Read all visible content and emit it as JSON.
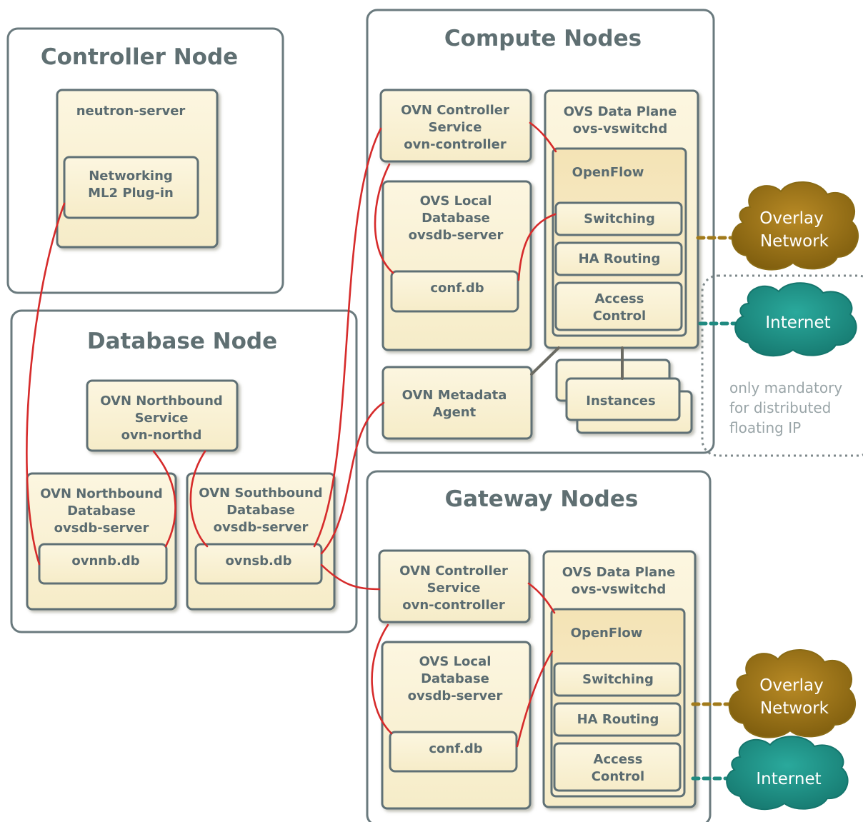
{
  "controller": {
    "title": "Controller Node",
    "neutron_server": "neutron-server",
    "ml2": [
      "Networking",
      "ML2 Plug-in"
    ]
  },
  "database": {
    "title": "Database Node",
    "northd": [
      "OVN Northbound",
      "Service",
      "ovn-northd"
    ],
    "nb_db": [
      "OVN Northbound",
      "Database",
      "ovsdb-server"
    ],
    "nb_file": "ovnnb.db",
    "sb_db": [
      "OVN Southbound",
      "Database",
      "ovsdb-server"
    ],
    "sb_file": "ovnsb.db"
  },
  "compute": {
    "title": "Compute Nodes",
    "ovn_controller": [
      "OVN Controller",
      "Service",
      "ovn-controller"
    ],
    "ovs_local_db": [
      "OVS Local",
      "Database",
      "ovsdb-server"
    ],
    "conf_db": "conf.db",
    "metadata_agent": [
      "OVN Metadata",
      "Agent"
    ],
    "ovs_dataplane": [
      "OVS Data Plane",
      "ovs-vswitchd"
    ],
    "openflow": "OpenFlow",
    "switching": "Switching",
    "ha_routing": "HA Routing",
    "access_control": [
      "Access",
      "Control"
    ],
    "instances": "Instances"
  },
  "gateway": {
    "title": "Gateway Nodes",
    "ovn_controller": [
      "OVN Controller",
      "Service",
      "ovn-controller"
    ],
    "ovs_local_db": [
      "OVS Local",
      "Database",
      "ovsdb-server"
    ],
    "conf_db": "conf.db",
    "ovs_dataplane": [
      "OVS Data Plane",
      "ovs-vswitchd"
    ],
    "openflow": "OpenFlow",
    "switching": "Switching",
    "ha_routing": "HA Routing",
    "access_control": [
      "Access",
      "Control"
    ]
  },
  "clouds": {
    "overlay": [
      "Overlay",
      "Network"
    ],
    "internet": "Internet"
  },
  "note": [
    "only mandatory",
    "for distributed",
    "floating IP"
  ],
  "colors": {
    "box_fill": "#fbf4d9",
    "box_stroke": "#5f7074",
    "link": "#d62b2b",
    "overlay_cloud": "#9a7414",
    "internet_cloud": "#23958a"
  }
}
